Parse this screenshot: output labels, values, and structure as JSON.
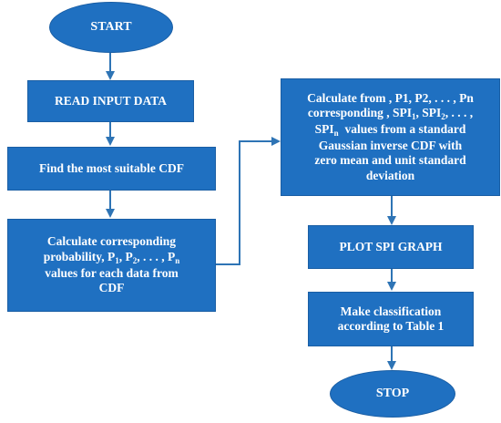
{
  "nodes": {
    "start": "START",
    "read_input": "READ INPUT DATA",
    "find_cdf": "Find the most suitable CDF",
    "calc_prob": {
      "line1": "Calculate corresponding",
      "pre": "probability, P",
      "s1": "1",
      "m1": ", P",
      "s2": "2",
      "m2": ", . . . , P",
      "sn": "n",
      "line3": "values for each data from",
      "line4": "CDF"
    },
    "calc_spi": {
      "line1": "Calculate from , P1, P2, . . . , Pn",
      "pre": "corresponding , SPI",
      "s1": "1",
      "m1": ", SPI",
      "s2": "2",
      "m2": ", . . .  ,",
      "p3": "SPI",
      "sn": "n",
      "line3rest": "  values from a standard",
      "line4": "Gaussian inverse CDF with",
      "line5": "zero mean and unit standard",
      "line6": "deviation"
    },
    "plot": "PLOT SPI GRAPH",
    "classify": {
      "line1": "Make classification",
      "line2": "according to Table 1"
    },
    "stop": "STOP"
  },
  "colors": {
    "fill": "#1f70c1",
    "border": "#1a5ea4",
    "arrow": "#2e74b5",
    "text": "#ffffff"
  }
}
